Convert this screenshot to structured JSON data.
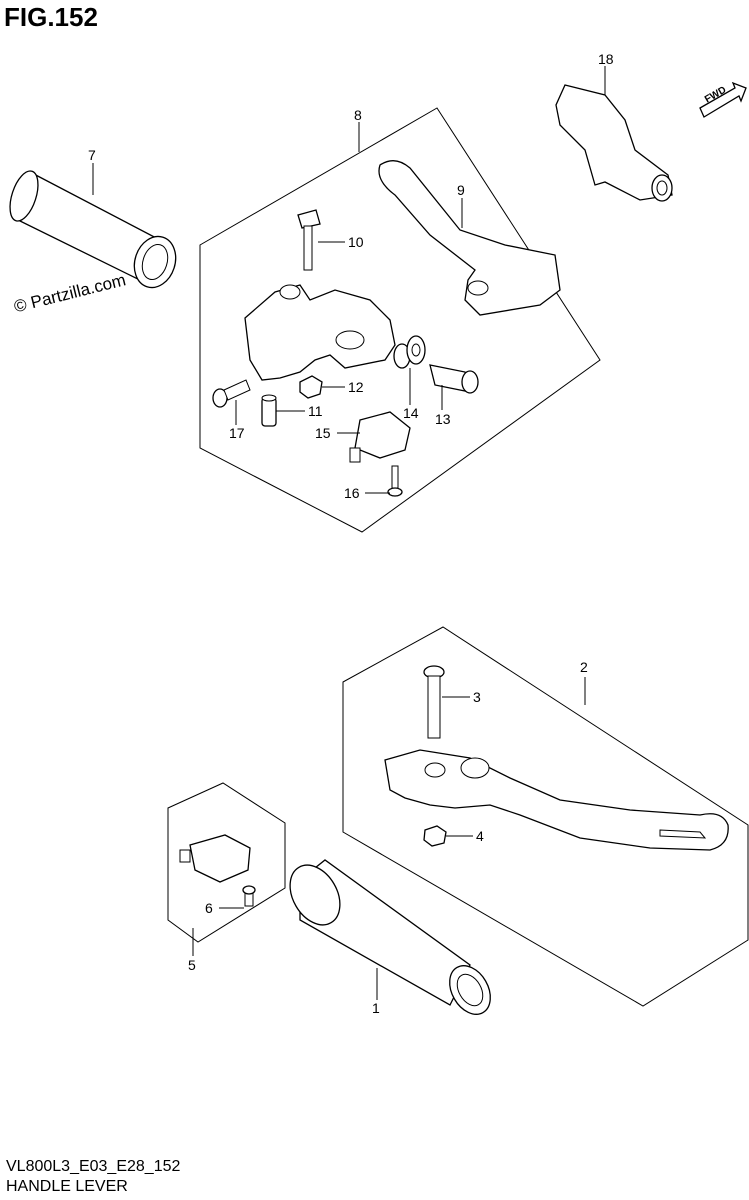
{
  "figure": {
    "title": "FIG.152",
    "footer_code": "VL800L3_E03_E28_152",
    "footer_name": "HANDLE LEVER",
    "watermark": "© Partzilla.com",
    "direction_label": "FWD"
  },
  "callouts": [
    "1",
    "2",
    "3",
    "4",
    "5",
    "6",
    "7",
    "8",
    "9",
    "10",
    "11",
    "12",
    "13",
    "14",
    "15",
    "16",
    "17",
    "18"
  ]
}
